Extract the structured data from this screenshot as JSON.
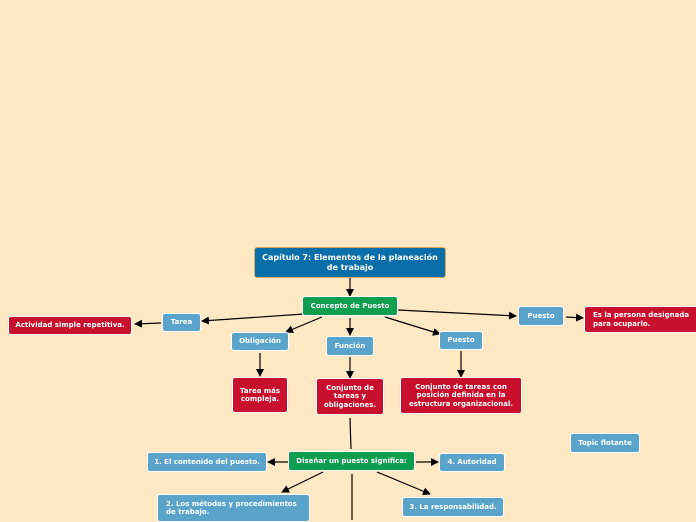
{
  "map": {
    "title": "Capítulo 7: Elementos de la planeación de trabajo",
    "concepto": "Concepto de Puesto",
    "tarea": "Tarea",
    "actividad": "Actividad simple repetitiva.",
    "obligacion": "Obligación",
    "tarea_compleja": "Tarea más compleja.",
    "funcion": "Función",
    "conjunto_obligaciones": "Conjunto de tareas y obligaciones.",
    "puesto_mid": "Puesto",
    "conjunto_posicion": "Conjunto de tareas con posición definida en la estructura organizacional.",
    "puesto_right": "Puesto",
    "persona": "Es la persona designada para ocuparlo.",
    "disenar": "Diseñar un puesto significa:",
    "contenido": "1. El contenido del puesto.",
    "metodos": "2. Los métodos y procedimientos de trabajo.",
    "responsabilidad": "3. La responsabilidad.",
    "autoridad": "4. Autoridad",
    "topic_flotante": "Topic flotante"
  },
  "colors": {
    "background": "#fee9c4",
    "title_blue": "#0a6fa8",
    "green": "#0d9e4f",
    "light_blue": "#5aa4cb",
    "red": "#c8102e"
  }
}
